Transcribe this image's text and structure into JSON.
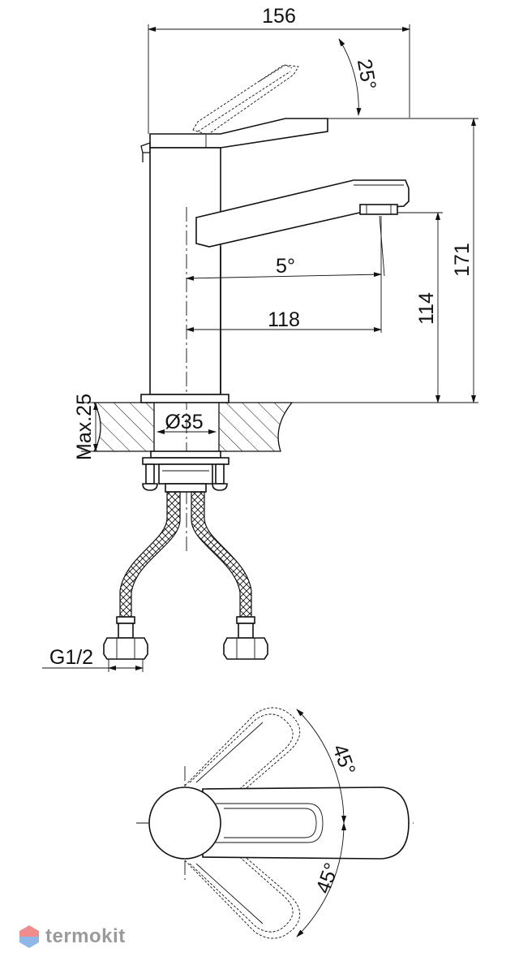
{
  "dimensions": {
    "overall_length": "156",
    "lever_angle": "25°",
    "height_total": "171",
    "spout_height": "114",
    "spout_angle": "5°",
    "spout_reach": "118",
    "hole_diameter": "Ø35",
    "max_thickness": "Max.25",
    "thread": "G1/2",
    "top_angle_upper": "45°",
    "top_angle_lower": "45°"
  },
  "watermark": {
    "text": "termokit",
    "icon": "hexagon-logo-icon",
    "color_top": "#f08c8c",
    "color_bottom": "#8fb8e8"
  }
}
